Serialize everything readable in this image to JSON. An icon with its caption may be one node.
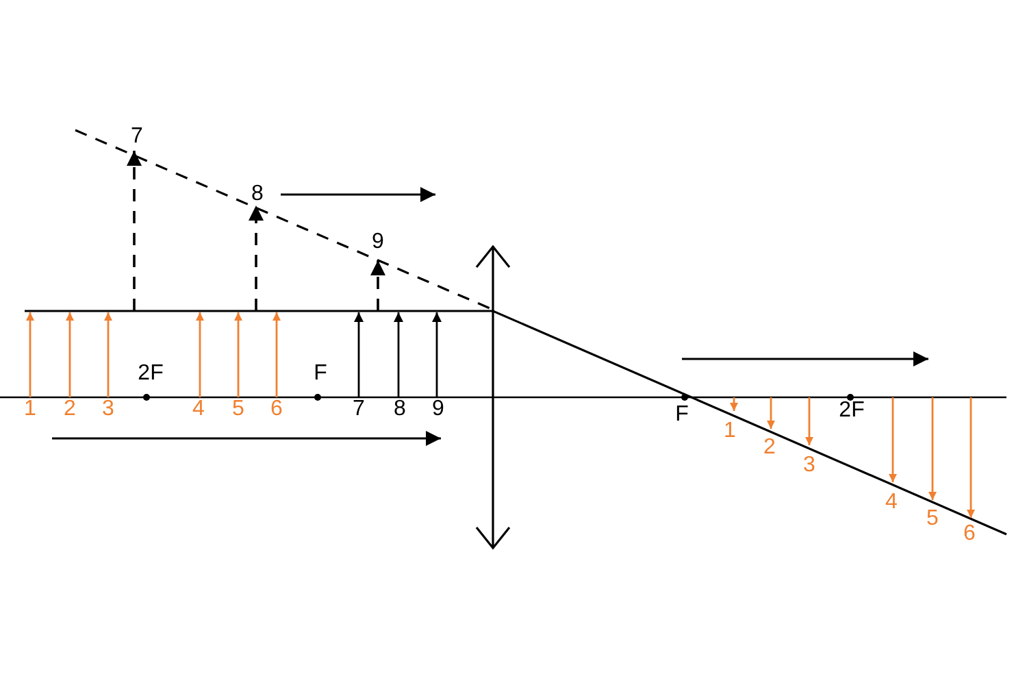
{
  "diagram": {
    "labels": [
      "7",
      "8",
      "9",
      "2F",
      "F",
      "1",
      "2",
      "3",
      "4",
      "5",
      "6",
      "7",
      "8",
      "9",
      "F",
      "2F",
      "1",
      "2",
      "3",
      "4",
      "5",
      "6"
    ]
  }
}
